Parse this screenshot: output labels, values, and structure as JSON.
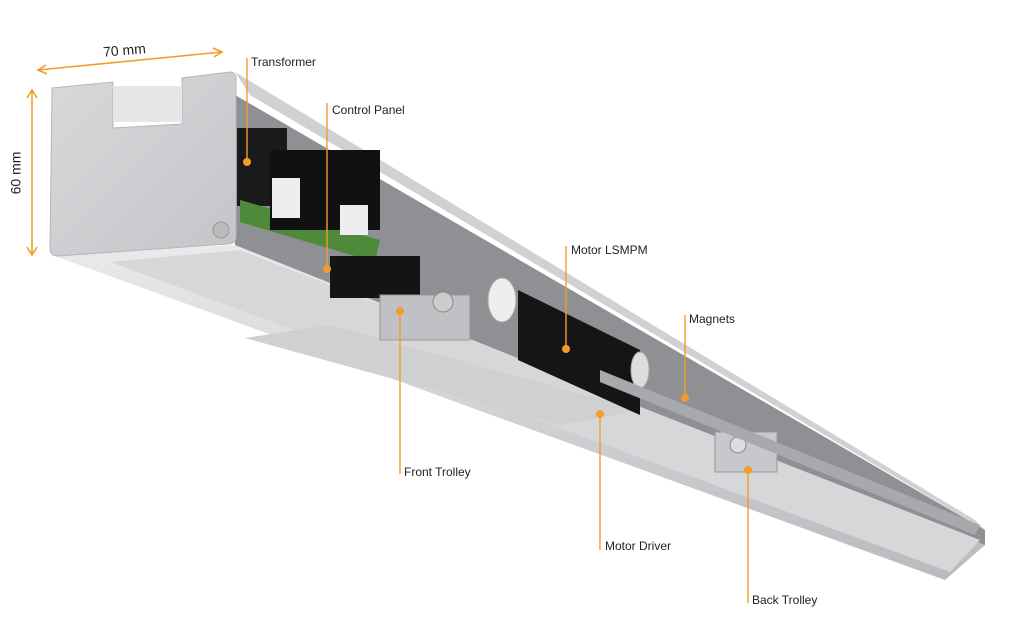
{
  "accent_color": "#f39c2b",
  "dimensions": {
    "width": "70 mm",
    "height": "60 mm"
  },
  "labels": {
    "transformer": "Transformer",
    "control_panel": "Control Panel",
    "motor_lsmpm": "Motor LSMPM",
    "magnets": "Magnets",
    "front_trolley": "Front Trolley",
    "motor_driver": "Motor Driver",
    "back_trolley": "Back Trolley"
  }
}
